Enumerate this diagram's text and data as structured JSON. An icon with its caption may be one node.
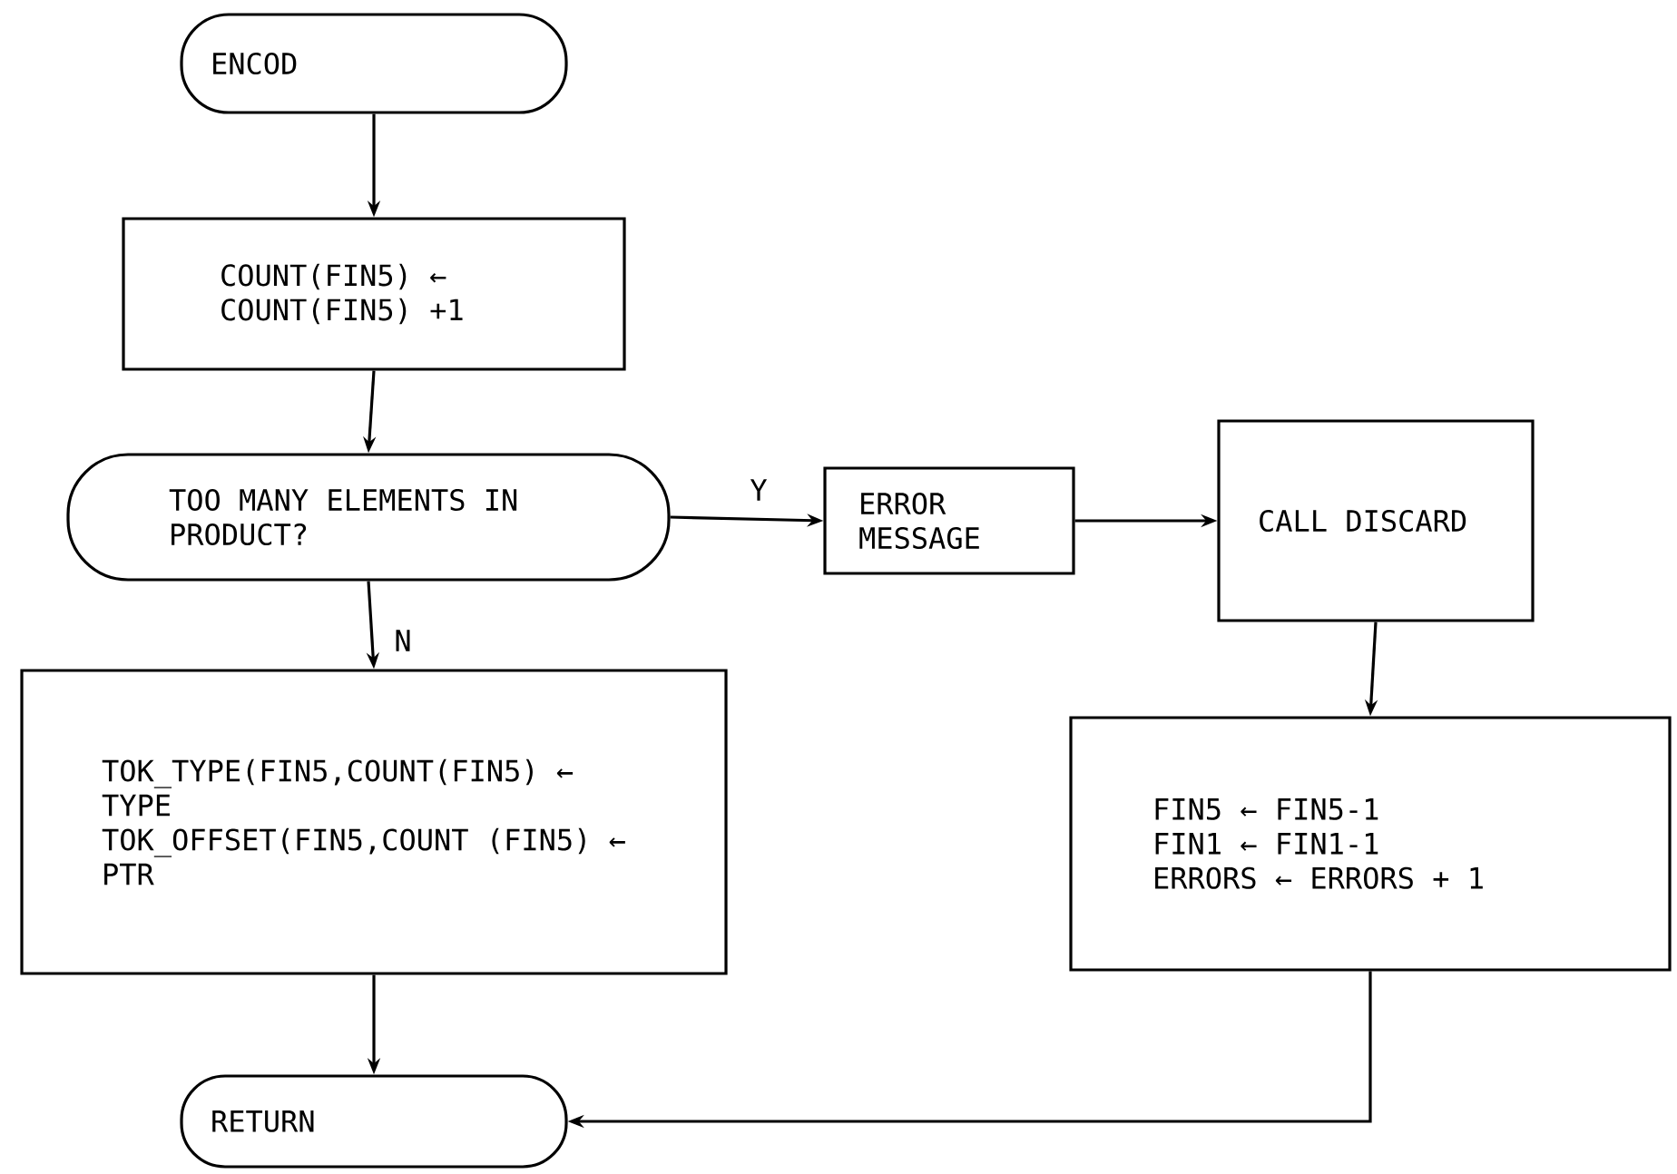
{
  "diagram": {
    "nodes": [
      {
        "text": [
          "ENCOD"
        ]
      },
      {
        "text": [
          "COUNT(FIN5) ← COUNT(FIN5) +1"
        ]
      },
      {
        "text": [
          "TOO MANY ELEMENTS IN PRODUCT?"
        ]
      },
      {
        "text": [
          "ERROR MESSAGE"
        ]
      },
      {
        "text": [
          "CALL DISCARD"
        ]
      },
      {
        "text": [
          "TOK_TYPE(FIN5,COUNT(FIN5) ← TYPE",
          "TOK_OFFSET(FIN5,COUNT (FIN5) ← PTR"
        ]
      },
      {
        "text": [
          "FIN5 ← FIN5-1",
          "FIN1 ← FIN1-1",
          "ERRORS ← ERRORS + 1"
        ]
      },
      {
        "text": [
          "RETURN"
        ]
      }
    ],
    "edges": [
      {
        "from": 0,
        "to": 1,
        "arrow": "to"
      },
      {
        "from": 1,
        "to": 2,
        "arrow": "to"
      },
      {
        "from": 2,
        "to": 3,
        "arrow": "to",
        "label": "Y"
      },
      {
        "from": 3,
        "to": 4,
        "arrow": "to"
      },
      {
        "from": 4,
        "to": 6,
        "arrow": "to"
      },
      {
        "from": 2,
        "to": 5,
        "arrow": "to",
        "label": "N"
      },
      {
        "from": 5,
        "to": 7,
        "arrow": "to"
      },
      {
        "from": 6,
        "to": 7,
        "arrow": "to"
      }
    ]
  }
}
